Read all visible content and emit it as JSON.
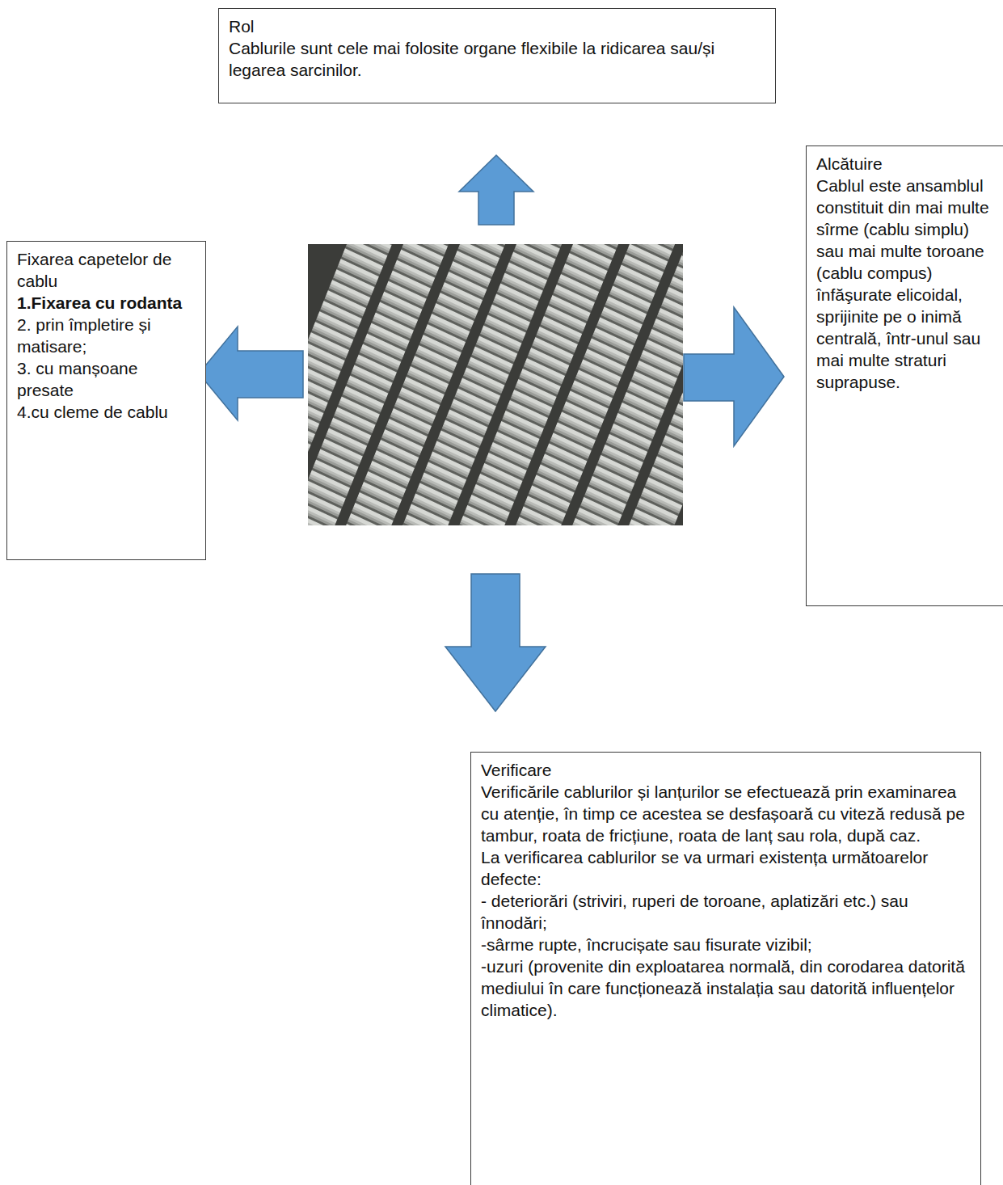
{
  "diagram": {
    "nodes": [
      {
        "text": [
          "Rol",
          "Cablurile sunt cele mai folosite organe flexibile la ridicarea sau/și legarea sarcinilor."
        ]
      },
      {
        "text": [
          "Fixarea capetelor de cablu",
          "1.Fixarea cu rodanta",
          "2. prin împletire și matisare;",
          "3. cu manșoane presate",
          "4.cu cleme de cablu"
        ]
      },
      {
        "text": [
          "Alcătuire",
          "Cablul este ansamblul constituit din mai multe sîrme (cablu simplu) sau mai multe toroane (cablu compus) înfăşurate elicoidal, sprijinite pe o inimă centrală, într-unul sau mai multe straturi suprapuse."
        ]
      },
      {
        "text": [
          "Verificare",
          "Verificările cablurilor și lanțurilor se efectuează prin examinarea cu atenție, în timp ce acestea se desfașoară cu viteză redusă pe tambur, roata de fricțiune, roata de lanț sau rola, după caz.",
          "La verificarea cablurilor se va urmari existența următoarelor defecte:",
          "- deteriorări (striviri, ruperi de toroane, aplatizări etc.) sau înnodări;",
          "-sârme rupte, încrucișate sau fisurate vizibil;",
          "-uzuri (provenite din exploatarea normală, din corodarea datorită mediului în care funcționează instalația sau datorită influențelor climatice)."
        ]
      }
    ]
  }
}
